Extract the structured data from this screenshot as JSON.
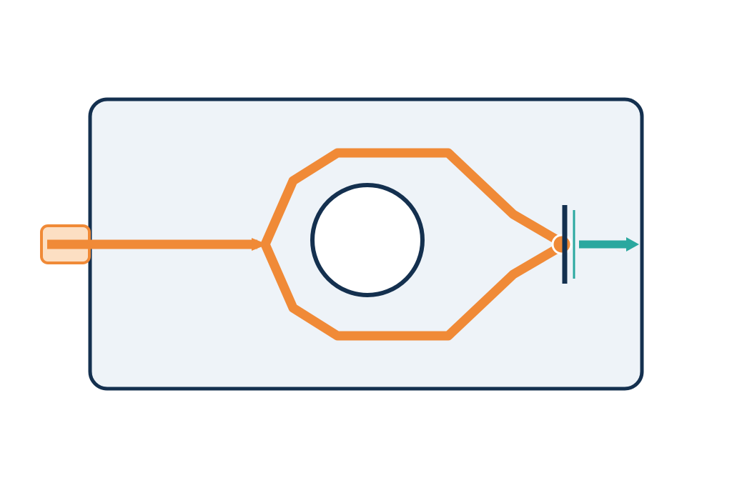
{
  "diagram": {
    "colors": {
      "background": "#ffffff",
      "chip_fill": "#eef3f8",
      "chip_stroke": "#14304f",
      "waveguide": "#f08a37",
      "input_coupler_fill": "#fcd9b8",
      "input_coupler_stroke": "#f08a37",
      "hole_fill": "#ffffff",
      "hole_stroke": "#14304f",
      "detector_dark": "#14304f",
      "detector_accent": "#2aa89f",
      "output_arrow": "#2aa89f"
    },
    "icons": {
      "input_coupler": "rounded-square-coupler",
      "split_arrow": "arrowhead-right",
      "combiner_node": "filled-circle",
      "detector": "plate-electrode",
      "output": "arrow-right"
    }
  }
}
